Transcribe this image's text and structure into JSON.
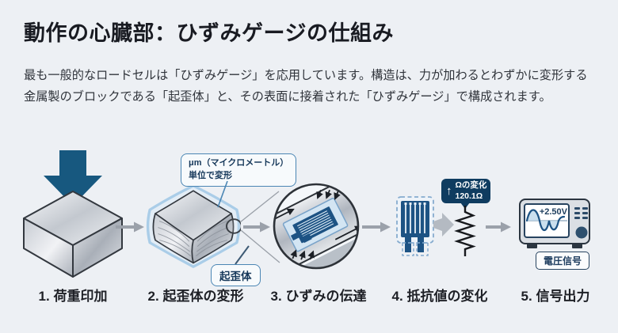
{
  "header": {
    "title": "動作の心臓部：ひずみゲージの仕組み",
    "description": "最も一般的なロードセルは「ひずみゲージ」を応用しています。構造は、力が加わるとわずかに変形する金属製のブロックである「起歪体」と、その表面に接着された「ひずみゲージ」で構成されます。"
  },
  "diagram": {
    "steps": [
      {
        "label": "1. 荷重印加"
      },
      {
        "label": "2. 起歪体の変形"
      },
      {
        "label": "3. ひずみの伝達"
      },
      {
        "label": "4. 抵抗値の変化"
      },
      {
        "label": "5. 信号出力"
      }
    ],
    "callouts": {
      "deformation_line1": "μm（マイクロメートル）",
      "deformation_line2": "単位で変形",
      "flexure_label": "起歪体",
      "resistance_line1": "Ωの変化",
      "resistance_line2": "120.1Ω",
      "voltage_reading": "+2.50V",
      "signal_label": "電圧信号"
    }
  },
  "icons": {
    "up_arrow": "↑"
  },
  "colors": {
    "background": "#edf0f4",
    "load_arrow_blue": "#17587f",
    "gauge_navy": "#1d5384",
    "callout_border": "#4b86b4",
    "dark_badge": "#0f3c60",
    "flow_arrow_gray": "#9ba1aa"
  }
}
